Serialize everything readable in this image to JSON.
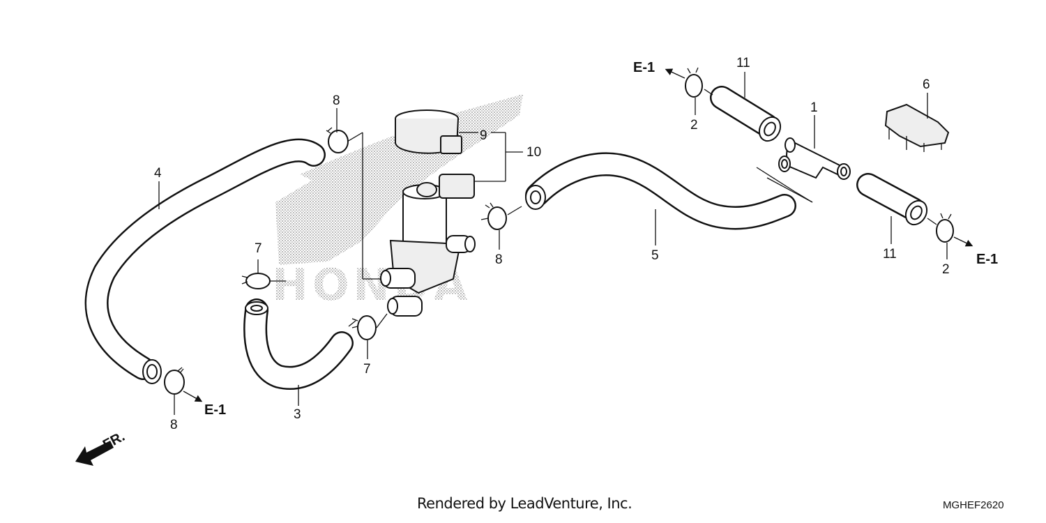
{
  "diagram": {
    "callouts": {
      "p1": "1",
      "p2a": "2",
      "p2b": "2",
      "p3": "3",
      "p4": "4",
      "p5": "5",
      "p6": "6",
      "p7a": "7",
      "p7b": "7",
      "p8a": "8",
      "p8b": "8",
      "p8c": "8",
      "p9": "9",
      "p10": "10",
      "p11a": "11",
      "p11b": "11"
    },
    "references": {
      "top_left": "E-1",
      "right": "E-1",
      "bottom_left": "E-1"
    },
    "direction": "FR.",
    "watermark": "HONDA"
  },
  "footer": {
    "credit": "Rendered by LeadVenture, Inc.",
    "code": "MGHEF2620"
  }
}
